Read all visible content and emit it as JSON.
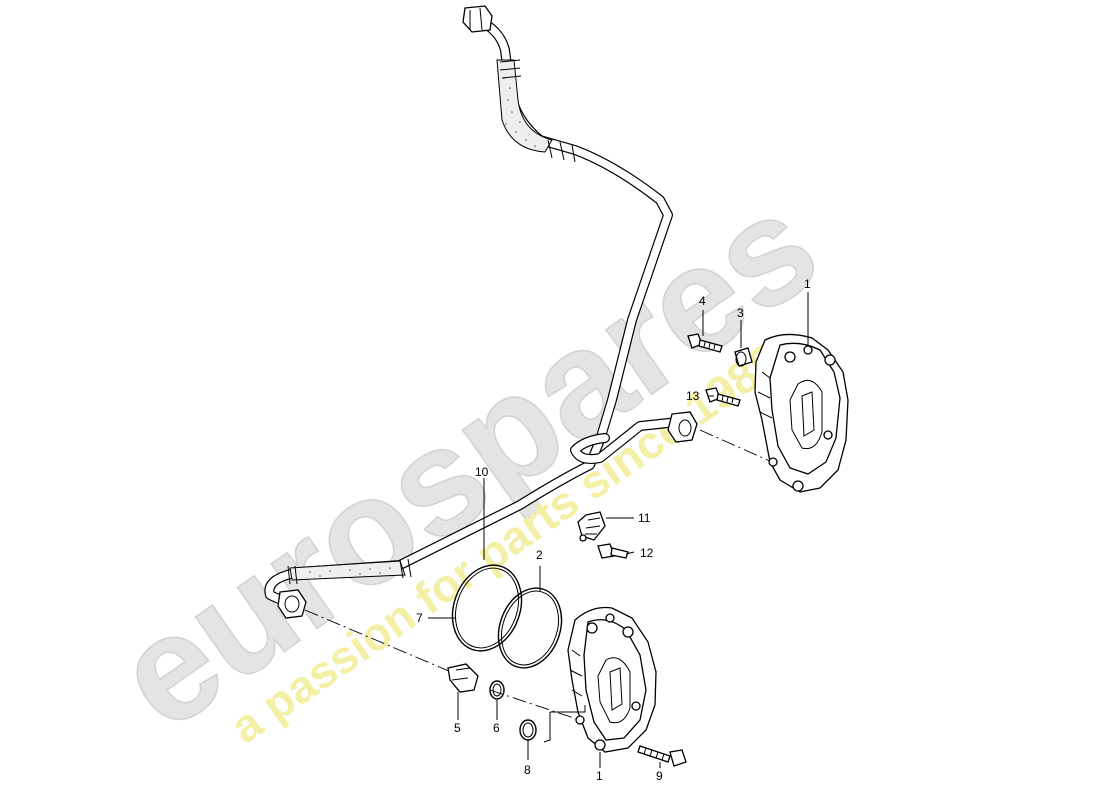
{
  "watermark": {
    "brand": "eurospares",
    "tagline": "a passion for parts since 1985",
    "brand_color": "#e4e4e4",
    "tagline_color": "#f3f0a6"
  },
  "callouts": {
    "c1_top": "1",
    "c2": "2",
    "c3": "3",
    "c4": "4",
    "c5": "5",
    "c6": "6",
    "c7": "7",
    "c8": "8",
    "c9": "9",
    "c10": "10",
    "c11": "11",
    "c12": "12",
    "c13": "13",
    "c1_bottom": "1"
  }
}
